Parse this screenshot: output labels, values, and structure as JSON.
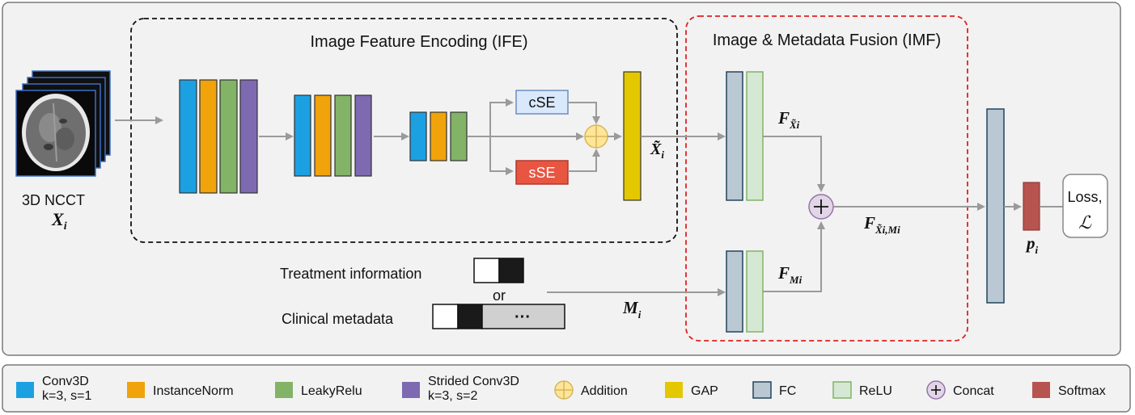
{
  "blocks": {
    "ife_title": "Image Feature Encoding (IFE)",
    "imf_title": "Image & Metadata Fusion (IMF)"
  },
  "input": {
    "label": "3D NCCT",
    "symbol": "X",
    "subscript": "i"
  },
  "attention": {
    "cse_label": "cSE",
    "sse_label": "sSE"
  },
  "features": {
    "x_tilde": "X̃",
    "x_tilde_sub": "i",
    "f_x_main": "F",
    "f_x_sub": "X̃i",
    "f_m_main": "F",
    "f_m_sub": "Mi",
    "f_xm_main": "F",
    "f_xm_sub": "X̃i,Mi",
    "m_main": "M",
    "m_sub": "i",
    "p_main": "p",
    "p_sub": "i"
  },
  "metadata": {
    "treatment_label": "Treatment information",
    "or_label": "or",
    "clinical_label": "Clinical metadata",
    "ellipsis": "···"
  },
  "loss": {
    "label": "Loss,",
    "symbol": "ℒ"
  },
  "colors": {
    "conv3d": "#1ba1e2",
    "instancenorm": "#f0a30a",
    "leakyrelu": "#82b366",
    "strided": "#7e6ab0",
    "gap": "#e3c800",
    "fc": "#bac8d3",
    "relu": "#d5e8d4",
    "softmax": "#b85450",
    "cse_fill": "#dae8fc",
    "sse_fill": "#e85642",
    "concat": "#e1d5e7",
    "addition": "#ffe599"
  },
  "legend": [
    {
      "icon": "conv3d",
      "line1": "Conv3D",
      "line2": "k=3, s=1"
    },
    {
      "icon": "instancenorm",
      "line1": "InstanceNorm",
      "line2": ""
    },
    {
      "icon": "leakyrelu",
      "line1": "LeakyRelu",
      "line2": ""
    },
    {
      "icon": "strided",
      "line1": "Strided Conv3D",
      "line2": "k=3, s=2"
    },
    {
      "icon": "addition",
      "line1": "Addition",
      "line2": ""
    },
    {
      "icon": "gap",
      "line1": "GAP",
      "line2": ""
    },
    {
      "icon": "fc",
      "line1": "FC",
      "line2": ""
    },
    {
      "icon": "relu",
      "line1": "ReLU",
      "line2": ""
    },
    {
      "icon": "concat",
      "line1": "Concat",
      "line2": ""
    },
    {
      "icon": "softmax",
      "line1": "Softmax",
      "line2": ""
    }
  ]
}
